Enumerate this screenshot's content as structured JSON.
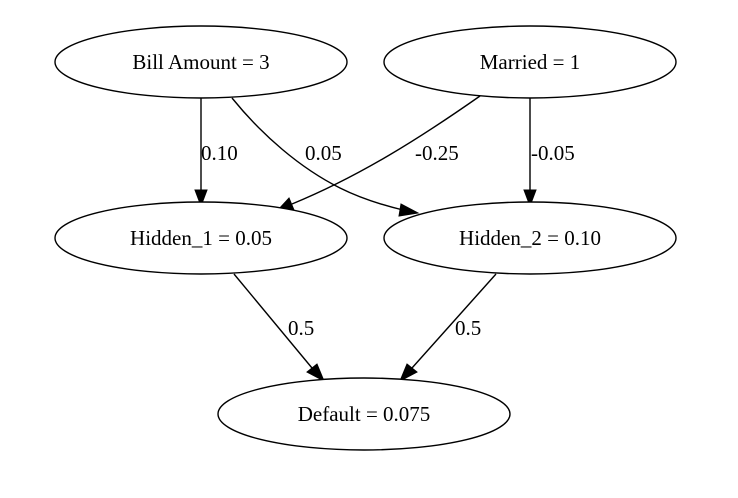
{
  "diagram": {
    "nodes": {
      "bill_amount": {
        "label": "Bill Amount = 3"
      },
      "married": {
        "label": "Married = 1"
      },
      "hidden_1": {
        "label": "Hidden_1 = 0.05"
      },
      "hidden_2": {
        "label": "Hidden_2 = 0.10"
      },
      "default": {
        "label": "Default = 0.075"
      }
    },
    "edges": {
      "bill_to_hidden1": {
        "label": "0.10"
      },
      "bill_to_hidden2": {
        "label": "0.05"
      },
      "married_to_hidden1": {
        "label": "-0.25"
      },
      "married_to_hidden2": {
        "label": "-0.05"
      },
      "hidden1_to_default": {
        "label": "0.5"
      },
      "hidden2_to_default": {
        "label": "0.5"
      }
    }
  }
}
